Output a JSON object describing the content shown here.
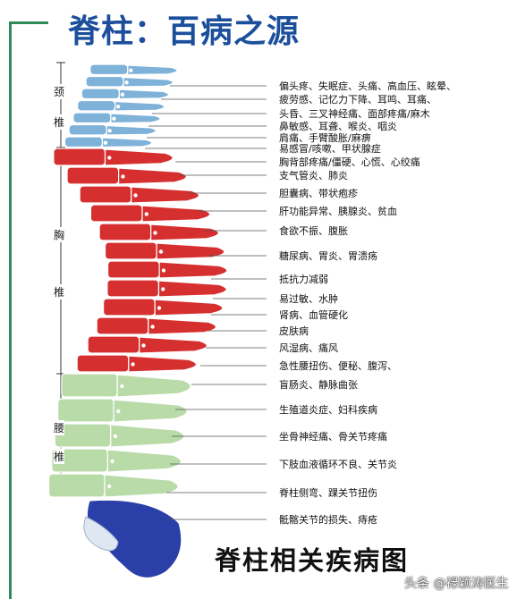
{
  "title": "脊柱：百病之源",
  "caption": "脊柱相关疾病图",
  "watermark": "头条 @禄颖涛医生",
  "regions": [
    {
      "chars": [
        "颈",
        "椎"
      ],
      "color": "#7fb2d9"
    },
    {
      "chars": [
        "胸",
        "椎"
      ],
      "color": "#d62f2f"
    },
    {
      "chars": [
        "腰",
        "椎"
      ],
      "color": "#b9dba8"
    },
    {
      "chars": [],
      "color": "#2a3fa8"
    }
  ],
  "labels": [
    "偏头疼、失眠症、头痛、高血压、眩晕、",
    "疲劳感、记忆力下降、耳鸣、耳痛、",
    "头昏、三叉神经痛、面部疼痛/麻木",
    "鼻敏感、耳聋、喉炎、咽炎",
    "肩痛、手臂酸胀/麻痹",
    "易感冒/咳嗽、甲状腺症",
    "胸背部疼痛/僵硬、心慌、心绞痛",
    "支气管炎、肺炎",
    "胆囊病、带状疱疹",
    "肝功能异常、胰腺炎、贫血",
    "食欲不振、腹胀",
    "糖尿病、胃炎、胃溃疡",
    "抵抗力减弱",
    "易过敏、水肿",
    "肾病、血管硬化",
    "皮肤病",
    "风湿病、痛风",
    "急性腰扭伤、便秘、腹泻、",
    "盲肠炎、静脉曲张",
    "生殖道炎症、妇科疾病",
    "坐骨神经痛、骨关节疼痛",
    "下肢血液循环不良、关节炎",
    "脊柱侧弯、踝关节扭伤",
    "骶髂关节的损失、痔疮"
  ]
}
